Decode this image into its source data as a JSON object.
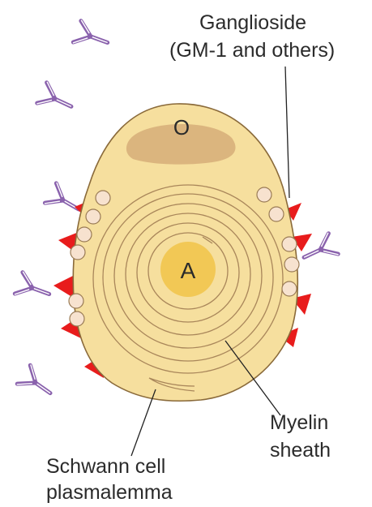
{
  "labels": {
    "ganglioside_line1": "Ganglioside",
    "ganglioside_line2": "(GM-1 and others)",
    "oligodendrocyte_nucleus": "O",
    "axon": "A",
    "myelin_line1": "Myelin",
    "myelin_line2": "sheath",
    "schwann_line1": "Schwann cell",
    "schwann_line2": "plasmalemma"
  },
  "colors": {
    "cell_body": "#f6df9e",
    "cell_outline": "#8a6a3a",
    "nucleus": "#d8b07a",
    "axon": "#f2c855",
    "ganglioside": "#e81c1c",
    "antibody": "#8a62ad",
    "vesicle": "#f7e2cf",
    "text": "#2b2b2b"
  },
  "icons": [
    "antibody-icon",
    "ganglioside-icon",
    "vesicle-icon"
  ]
}
